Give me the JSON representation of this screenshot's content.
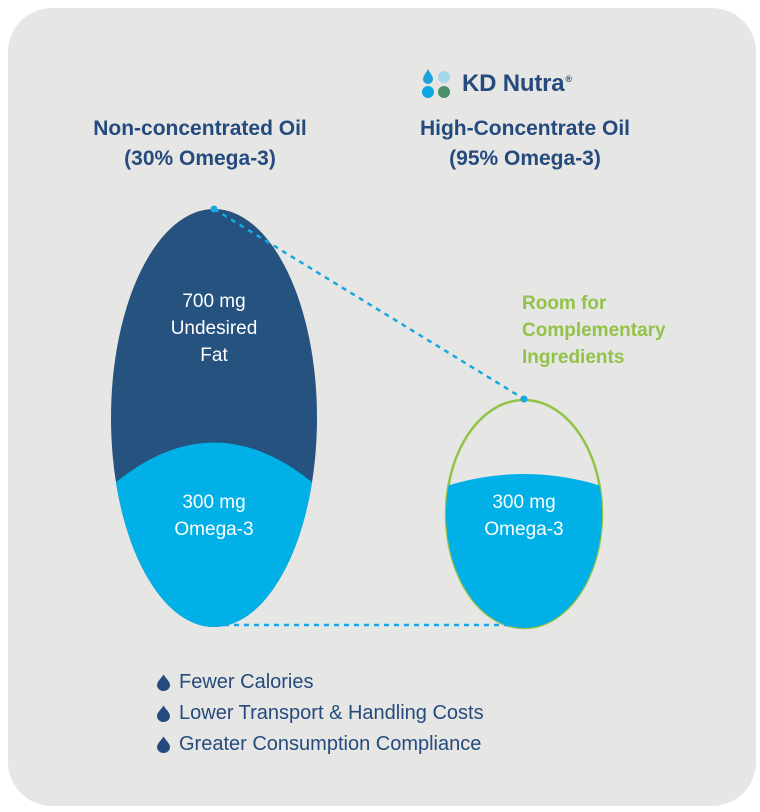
{
  "brand": {
    "name": "KD Nutra",
    "reg": "®",
    "icon": "droplets-logo-icon",
    "colors": {
      "top_left": "#1da1dc",
      "top_right": "#a6d7ec",
      "bottom_left": "#0aa7e0",
      "bottom_right": "#4a8e6b"
    }
  },
  "left": {
    "title": "Non-concentrated Oil",
    "subtitle": "(30% Omega-3)",
    "fat_label": [
      "700 mg",
      "Undesired",
      "Fat"
    ],
    "omega_label": [
      "300 mg",
      "Omega-3"
    ]
  },
  "right": {
    "title": "High-Concentrate Oil",
    "subtitle": "(95% Omega-3)",
    "room_label": [
      "Room for",
      "Complementary",
      "Ingredients"
    ],
    "omega_label": [
      "300 mg",
      "Omega-3"
    ]
  },
  "benefits": [
    "Fewer Calories",
    "Lower Transport & Handling Costs",
    "Greater Consumption Compliance"
  ],
  "colors": {
    "navy": "#254b7e",
    "fat": "#25527e",
    "omega": "#00b0e6",
    "room": "#93c249",
    "dots": "#16a8de",
    "background": "#e6e6e5"
  }
}
